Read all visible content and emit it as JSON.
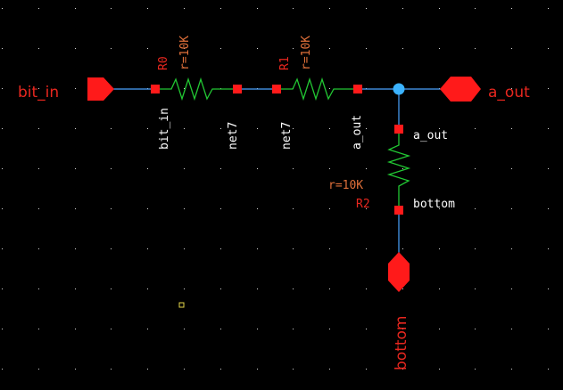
{
  "schematic": {
    "pins": {
      "bit_in": "bit_in",
      "a_out": "a_out",
      "bottom": "bottom"
    },
    "resistors": [
      {
        "id": "R0",
        "value": "r=10K",
        "terminal_a": "bit_in",
        "terminal_b": "net7"
      },
      {
        "id": "R1",
        "value": "r=10K",
        "terminal_a": "net7",
        "terminal_b": "a_out"
      },
      {
        "id": "R2",
        "value": "r=10K",
        "terminal_a": "a_out",
        "terminal_b": "bottom"
      }
    ]
  },
  "colors": {
    "background": "#000000",
    "wire": "#4aa3ff",
    "resistor": "#22c733",
    "pin": "#ff1a1a",
    "terminal": "#ff1a1a",
    "label_red": "#e8271f",
    "label_orange": "#e0703a",
    "label_white": "#ffffff",
    "junction": "#3bb3ff",
    "grid_dot": "#d9d9d9",
    "marker": "#e5d64a"
  },
  "icons": {
    "input_pin": "pin-arrow-right-icon",
    "output_pin": "pin-hexagon-icon",
    "bottom_pin": "pin-hexagon-vertical-icon",
    "resistor": "resistor-zigzag-icon",
    "junction": "junction-dot-icon",
    "terminal": "terminal-square-icon"
  }
}
